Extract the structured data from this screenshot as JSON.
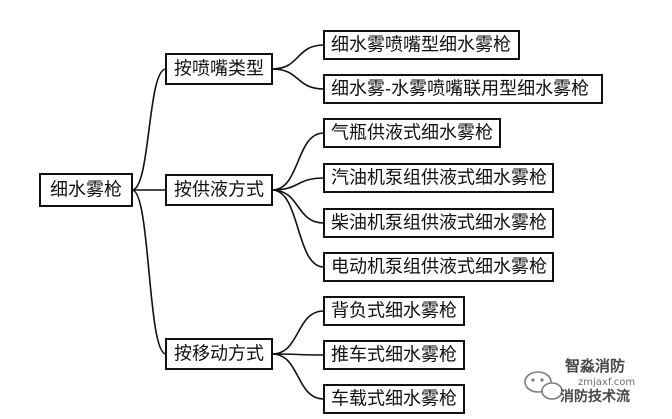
{
  "root": {
    "label": "细水雾枪"
  },
  "categories": [
    {
      "label": "按喷嘴类型",
      "children": [
        "细水雾喷嘴型细水雾枪",
        "细水雾-水雾喷嘴联用型细水雾枪"
      ]
    },
    {
      "label": "按供液方式",
      "children": [
        "气瓶供液式细水雾枪",
        "汽油机泵组供液式细水雾枪",
        "柴油机泵组供液式细水雾枪",
        "电动机泵组供液式细水雾枪"
      ]
    },
    {
      "label": "按移动方式",
      "children": [
        "背负式细水雾枪",
        "推车式细水雾枪",
        "车载式细水雾枪"
      ]
    }
  ],
  "watermark": {
    "name": "智淼消防",
    "url": "zmjaxf.com",
    "slogan": "消防技术流"
  }
}
